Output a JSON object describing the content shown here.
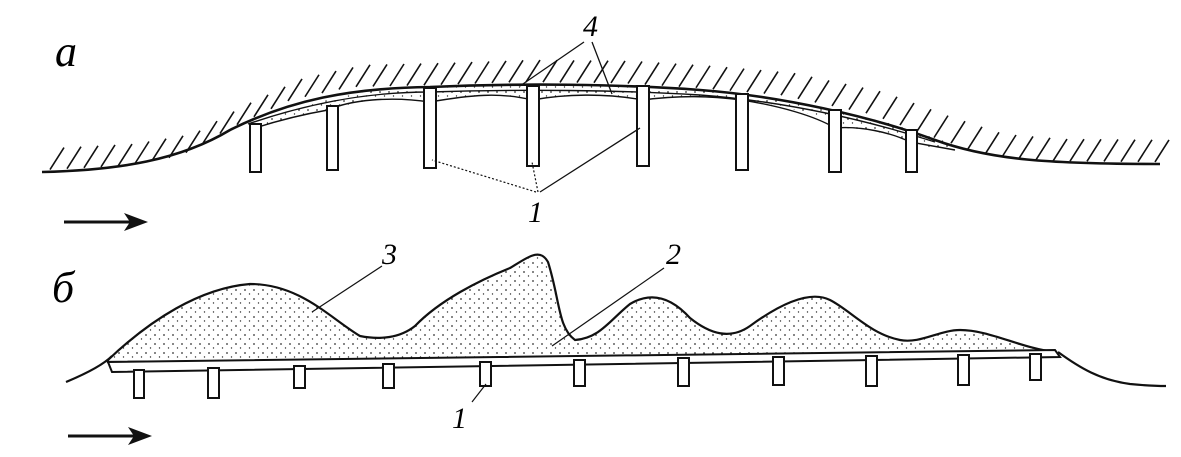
{
  "panels": [
    {
      "id": "a",
      "label": "а",
      "callouts": [
        "4",
        "1"
      ]
    },
    {
      "id": "b",
      "label": "б",
      "callouts": [
        "3",
        "2",
        "1"
      ]
    }
  ],
  "colors": {
    "ink": "#111111",
    "background": "#ffffff",
    "stipple": "#333333"
  }
}
